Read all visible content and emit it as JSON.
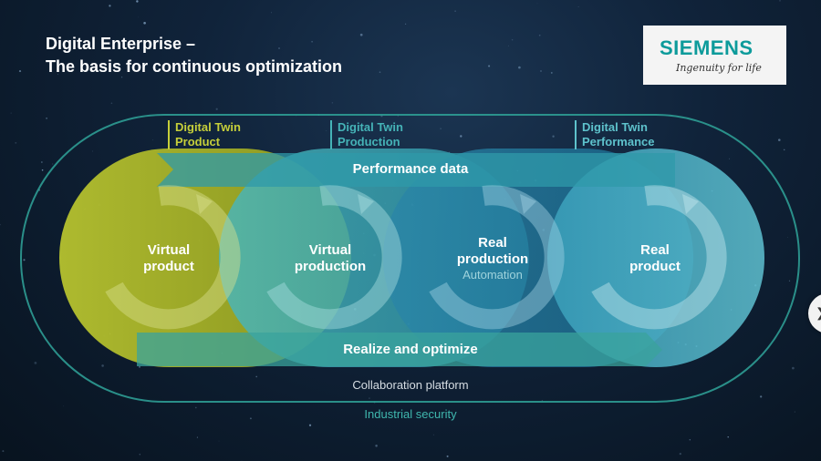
{
  "header": {
    "title_line1": "Digital Enterprise –",
    "title_line2": "The basis for continuous optimization"
  },
  "logo": {
    "wordmark": "SIEMENS",
    "tagline": "Ingenuity for life"
  },
  "digital_twins": [
    {
      "label": "Digital Twin\nProduct",
      "color": "#c6cf3a"
    },
    {
      "label": "Digital Twin\nProduction",
      "color": "#45b3b7"
    },
    {
      "label": "Digital Twin\nPerformance",
      "color": "#5ec2cc"
    }
  ],
  "cycles": [
    {
      "label": "Virtual\nproduct",
      "color": "#a9b52a"
    },
    {
      "label": "Virtual\nproduction",
      "color": "#3aa9b3"
    },
    {
      "label": "Real\nproduction",
      "sublabel": "Automation",
      "color": "#1e7fa3"
    },
    {
      "label": "Real\nproduct",
      "color": "#4fb3c6"
    }
  ],
  "flows": {
    "top": "Performance data",
    "bottom": "Realize and optimize"
  },
  "platform": {
    "collaboration": "Collaboration platform",
    "security": "Industrial security"
  },
  "colors": {
    "teal_border": "#2e9c93",
    "background": "#0b1a2b"
  },
  "controls": {
    "next_icon": "chevron-right-icon"
  }
}
